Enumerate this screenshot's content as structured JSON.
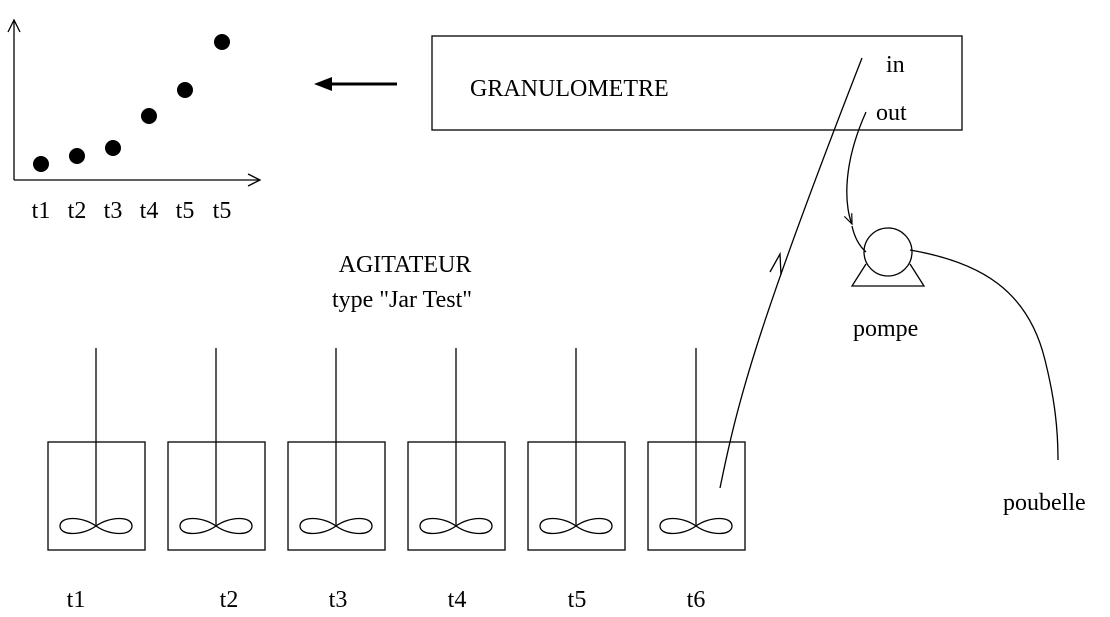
{
  "plot": {
    "ticks": [
      "t1",
      "t2",
      "t3",
      "t4",
      "t5",
      "t5"
    ],
    "points": [
      1,
      1.4,
      1.8,
      3.4,
      4.7,
      7.1
    ]
  },
  "granulometre": {
    "title": "GRANULOMETRE",
    "port_in": "in",
    "port_out": "out"
  },
  "agitateur": {
    "line1": "AGITATEUR",
    "line2": "type \"Jar Test\""
  },
  "jars": [
    "t1",
    "t2",
    "t3",
    "t4",
    "t5",
    "t6"
  ],
  "pompe": "pompe",
  "poubelle": "poubelle"
}
